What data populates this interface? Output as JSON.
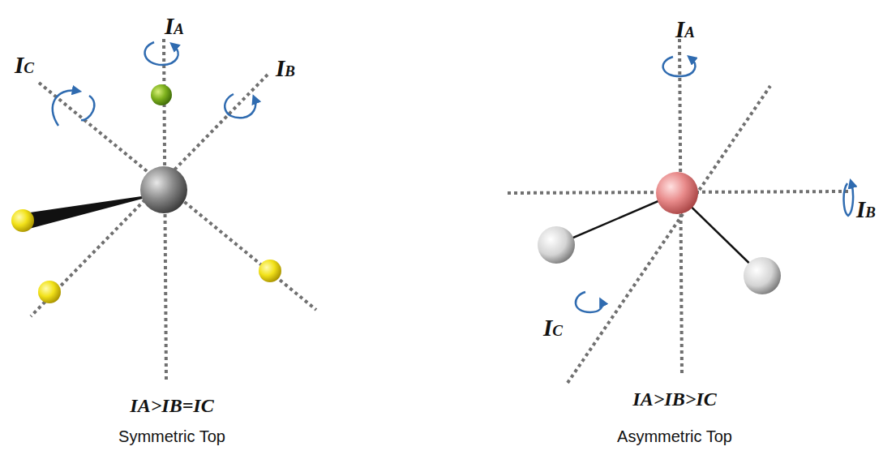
{
  "diagram": {
    "labels": [
      "IA",
      "IC",
      "IB",
      "IA>IB=IC",
      "Symmetric Top",
      "IA",
      "IB",
      "IC",
      "IA>IB>IC",
      "Asymmetric Top"
    ]
  }
}
